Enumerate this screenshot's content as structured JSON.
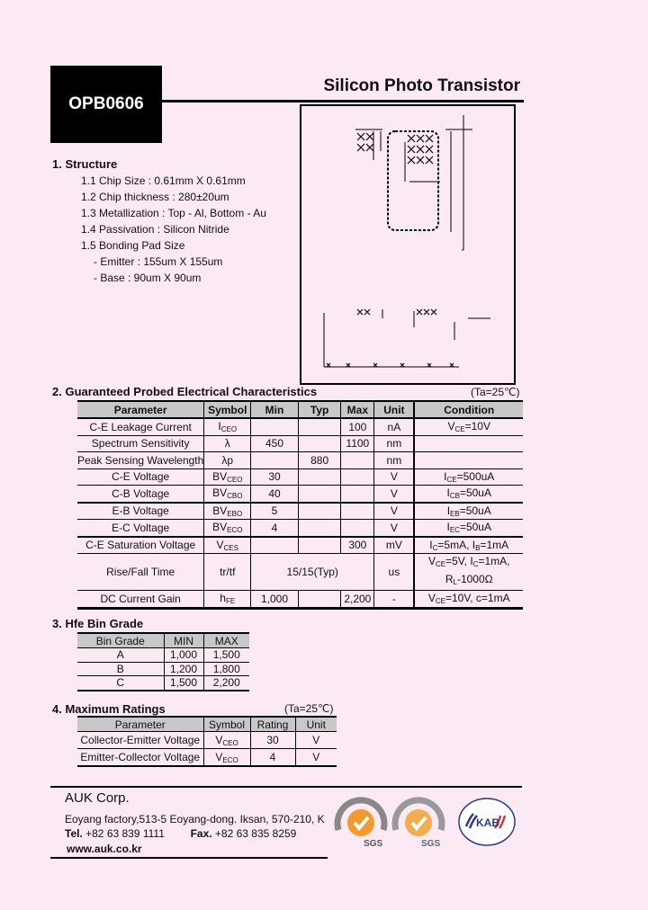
{
  "header": {
    "part_number": "OPB0606",
    "title": "Silicon Photo Transistor"
  },
  "structure": {
    "heading": "1. Structure",
    "items": [
      "1.1 Chip Size : 0.61mm X 0.61mm",
      "1.2 Chip thickness : 280±20um",
      "1.3 Metallization : Top - Al,   Bottom - Au",
      "1.4 Passivation : Silicon Nitride",
      "1.5 Bonding Pad Size",
      "- Emitter : 155um X 155um",
      "- Base : 90um X 90um"
    ]
  },
  "electrical": {
    "heading": "2. Guaranteed Probed Electrical Characteristics",
    "ta_note": "(Ta=25℃)",
    "columns": [
      "Parameter",
      "Symbol",
      "Min",
      "Typ",
      "Max",
      "Unit",
      "Condition"
    ],
    "rows": [
      {
        "parameter": "C-E Leakage Current",
        "sym": "I",
        "sub": "CEO",
        "min": "",
        "typ": "",
        "max": "100",
        "unit": "nA",
        "cond": "V",
        "cond_sub": "CE",
        "cond_rest": "=10V"
      },
      {
        "parameter": "Spectrum Sensitivity",
        "sym": "λ",
        "sub": "",
        "min": "450",
        "typ": "",
        "max": "1100",
        "unit": "nm",
        "cond": "",
        "cond_sub": "",
        "cond_rest": ""
      },
      {
        "parameter": "Peak Sensing Wavelength",
        "sym": "λp",
        "sub": "",
        "min": "",
        "typ": "880",
        "max": "",
        "unit": "nm",
        "cond": "",
        "cond_sub": "",
        "cond_rest": ""
      },
      {
        "parameter": "C-E Voltage",
        "sym": "BV",
        "sub": "CEO",
        "min": "30",
        "typ": "",
        "max": "",
        "unit": "V",
        "cond": "I",
        "cond_sub": "CE",
        "cond_rest": "=500uA"
      },
      {
        "parameter": "C-B Voltage",
        "sym": "BV",
        "sub": "CBO",
        "min": "40",
        "typ": "",
        "max": "",
        "unit": "V",
        "cond": "I",
        "cond_sub": "CB",
        "cond_rest": "=50uA"
      },
      {
        "parameter": "E-B Voltage",
        "sym": "BV",
        "sub": "EBO",
        "min": "5",
        "typ": "",
        "max": "",
        "unit": "V",
        "cond": "I",
        "cond_sub": "EB",
        "cond_rest": "=50uA"
      },
      {
        "parameter": "E-C Voltage",
        "sym": "BV",
        "sub": "ECO",
        "min": "4",
        "typ": "",
        "max": "",
        "unit": "V",
        "cond": "I",
        "cond_sub": "EC",
        "cond_rest": "=50uA"
      },
      {
        "parameter": "C-E Saturation Voltage",
        "sym": "V",
        "sub": "CES",
        "min": "",
        "typ": "",
        "max": "300",
        "unit": "mV",
        "cond": "I",
        "cond_sub": "C",
        "cond_rest": "=5mA, I",
        "cond_sub2": "B",
        "cond_rest2": "=1mA"
      },
      {
        "parameter": "Rise/Fall Time",
        "sym": "tr/tf",
        "sub": "",
        "merged": "15/15(Typ)",
        "unit": "us",
        "cond": "V",
        "cond_sub": "CE",
        "cond_rest": "=5V, I",
        "cond_sub2": "C",
        "cond_rest2": "=1mA,",
        "cond_line2": "R",
        "cond_line2_sub": "L",
        "cond_line2_rest": "-1000Ω"
      },
      {
        "parameter": "DC Current Gain",
        "sym": "h",
        "sub": "FE",
        "min": "1,000",
        "typ": "",
        "max": "2,200",
        "unit": "-",
        "cond": "V",
        "cond_sub": "CE",
        "cond_rest": "=10V, c=1mA"
      }
    ]
  },
  "hfe": {
    "heading": "3. Hfe Bin Grade",
    "columns": [
      "Bin Grade",
      "MIN",
      "MAX"
    ],
    "rows": [
      {
        "grade": "A",
        "min": "1,000",
        "max": "1,500"
      },
      {
        "grade": "B",
        "min": "1,200",
        "max": "1,800"
      },
      {
        "grade": "C",
        "min": "1,500",
        "max": "2,200"
      }
    ]
  },
  "max_ratings": {
    "heading": "4. Maximum Ratings",
    "ta_note": "(Ta=25℃)",
    "columns": [
      "Parameter",
      "Symbol",
      "Rating",
      "Unit"
    ],
    "rows": [
      {
        "parameter": "Collector-Emitter Voltage",
        "sym": "V",
        "sub": "CEO",
        "rating": "30",
        "unit": "V"
      },
      {
        "parameter": "Emitter-Collector Voltage",
        "sym": "V",
        "sub": "ECO",
        "rating": "4",
        "unit": "V"
      }
    ]
  },
  "footer": {
    "company": "AUK Corp.",
    "address": "Eoyang factory,513-5 Eoyang-dong. Iksan, 570-210, K",
    "tel_label": "Tel.",
    "tel": "+82 63 839 1111",
    "fax_label": "Fax.",
    "fax": "+82 63 835 8259",
    "website": "www.auk.co.kr",
    "logos": [
      "SGS",
      "SGS",
      "KAB"
    ],
    "accent_orange": "#f29a2e",
    "kab_blue": "#2a3c8f",
    "kab_red": "#d8343c"
  }
}
